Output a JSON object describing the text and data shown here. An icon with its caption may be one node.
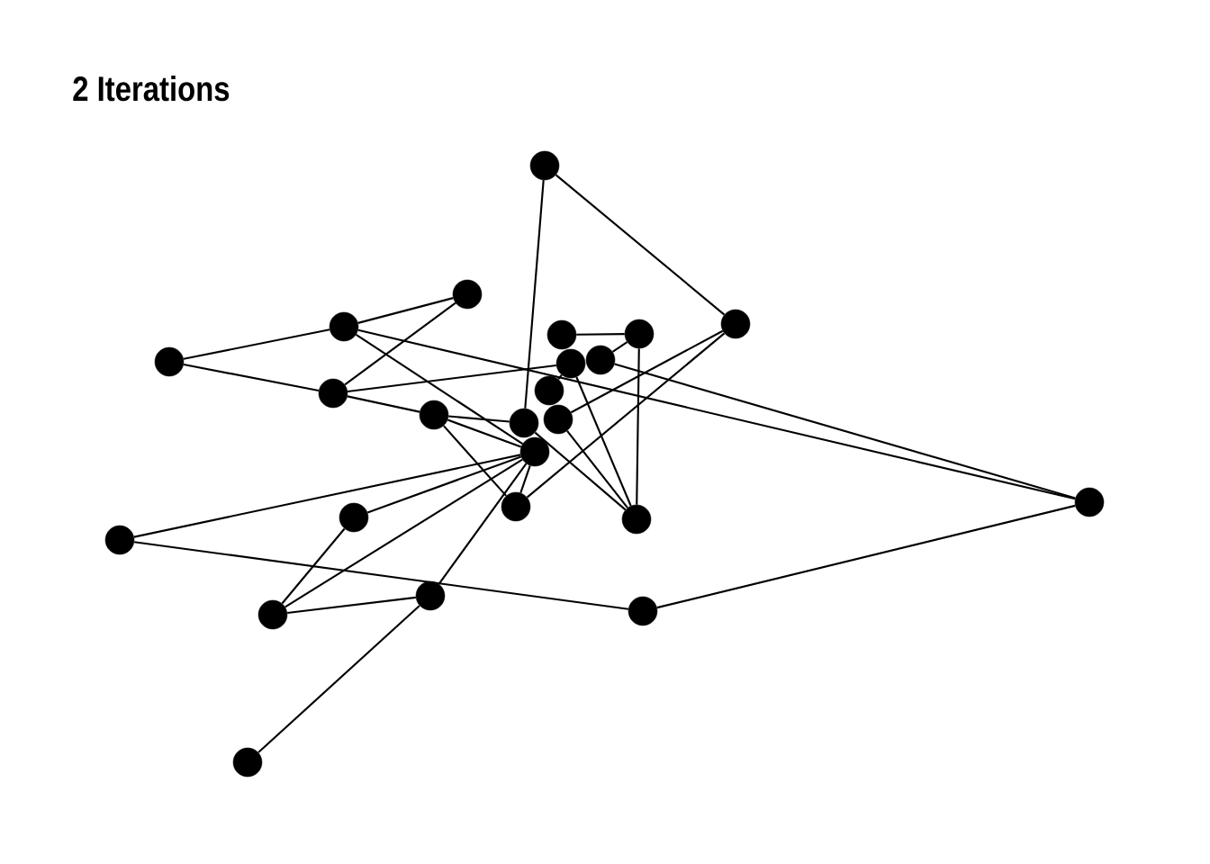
{
  "diagram": {
    "title": "2 Iterations",
    "nodes": [
      {
        "text": [],
        "shape": "circle"
      },
      {
        "text": [],
        "shape": "circle"
      },
      {
        "text": [],
        "shape": "circle"
      },
      {
        "text": [],
        "shape": "circle"
      },
      {
        "text": [],
        "shape": "circle"
      },
      {
        "text": [],
        "shape": "circle"
      },
      {
        "text": [],
        "shape": "circle"
      },
      {
        "text": [],
        "shape": "circle"
      },
      {
        "text": [],
        "shape": "circle"
      },
      {
        "text": [],
        "shape": "circle"
      },
      {
        "text": [],
        "shape": "circle"
      },
      {
        "text": [],
        "shape": "circle"
      },
      {
        "text": [],
        "shape": "circle"
      },
      {
        "text": [],
        "shape": "circle"
      },
      {
        "text": [],
        "shape": "circle"
      },
      {
        "text": [],
        "shape": "circle"
      },
      {
        "text": [],
        "shape": "circle"
      },
      {
        "text": [],
        "shape": "circle"
      },
      {
        "text": [],
        "shape": "circle"
      },
      {
        "text": [],
        "shape": "circle"
      },
      {
        "text": [],
        "shape": "circle"
      },
      {
        "text": [],
        "shape": "circle"
      },
      {
        "text": [],
        "shape": "circle"
      },
      {
        "text": [],
        "shape": "circle"
      }
    ],
    "edges": [
      {
        "from": 0,
        "to": 1,
        "arrow": "none"
      },
      {
        "from": 0,
        "to": 13,
        "arrow": "none"
      },
      {
        "from": 1,
        "to": 12,
        "arrow": "none"
      },
      {
        "from": 1,
        "to": 18,
        "arrow": "none"
      },
      {
        "from": 2,
        "to": 3,
        "arrow": "none"
      },
      {
        "from": 2,
        "to": 5,
        "arrow": "none"
      },
      {
        "from": 3,
        "to": 4,
        "arrow": "none"
      },
      {
        "from": 3,
        "to": 15,
        "arrow": "none"
      },
      {
        "from": 3,
        "to": 14,
        "arrow": "none"
      },
      {
        "from": 4,
        "to": 5,
        "arrow": "none"
      },
      {
        "from": 5,
        "to": 8,
        "arrow": "none"
      },
      {
        "from": 5,
        "to": 11,
        "arrow": "none"
      },
      {
        "from": 11,
        "to": 13,
        "arrow": "none"
      },
      {
        "from": 11,
        "to": 14,
        "arrow": "none"
      },
      {
        "from": 11,
        "to": 18,
        "arrow": "none"
      },
      {
        "from": 6,
        "to": 7,
        "arrow": "none"
      },
      {
        "from": 7,
        "to": 9,
        "arrow": "none"
      },
      {
        "from": 7,
        "to": 19,
        "arrow": "none"
      },
      {
        "from": 9,
        "to": 15,
        "arrow": "none"
      },
      {
        "from": 8,
        "to": 10,
        "arrow": "none"
      },
      {
        "from": 8,
        "to": 19,
        "arrow": "none"
      },
      {
        "from": 12,
        "to": 19,
        "arrow": "none"
      },
      {
        "from": 13,
        "to": 19,
        "arrow": "none"
      },
      {
        "from": 16,
        "to": 14,
        "arrow": "none"
      },
      {
        "from": 16,
        "to": 22,
        "arrow": "none"
      },
      {
        "from": 22,
        "to": 15,
        "arrow": "none"
      },
      {
        "from": 17,
        "to": 14,
        "arrow": "none"
      },
      {
        "from": 17,
        "to": 20,
        "arrow": "none"
      },
      {
        "from": 20,
        "to": 14,
        "arrow": "none"
      },
      {
        "from": 20,
        "to": 21,
        "arrow": "none"
      },
      {
        "from": 21,
        "to": 23,
        "arrow": "none"
      },
      {
        "from": 21,
        "to": 14,
        "arrow": "none"
      },
      {
        "from": 18,
        "to": 14,
        "arrow": "none"
      }
    ]
  }
}
